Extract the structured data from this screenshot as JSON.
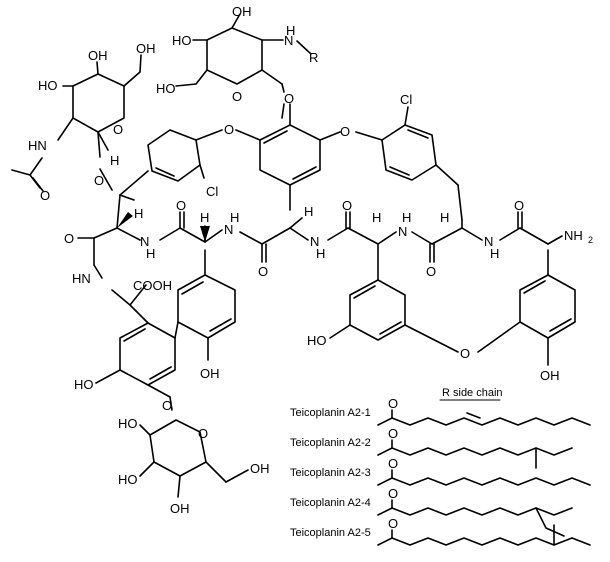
{
  "labels": {
    "OH": "OH",
    "HO": "HO",
    "H": "H",
    "O": "O",
    "N": "N",
    "HN": "HN",
    "NH": "NH",
    "Cl": "Cl",
    "R": "R",
    "COOH": "COOH",
    "NH2": "NH",
    "sub2": "2"
  },
  "side_chain_header": "R side chain",
  "variants": [
    "Teicoplanin A2-1",
    "Teicoplanin A2-2",
    "Teicoplanin A2-3",
    "Teicoplanin A2-4",
    "Teicoplanin A2-5"
  ]
}
